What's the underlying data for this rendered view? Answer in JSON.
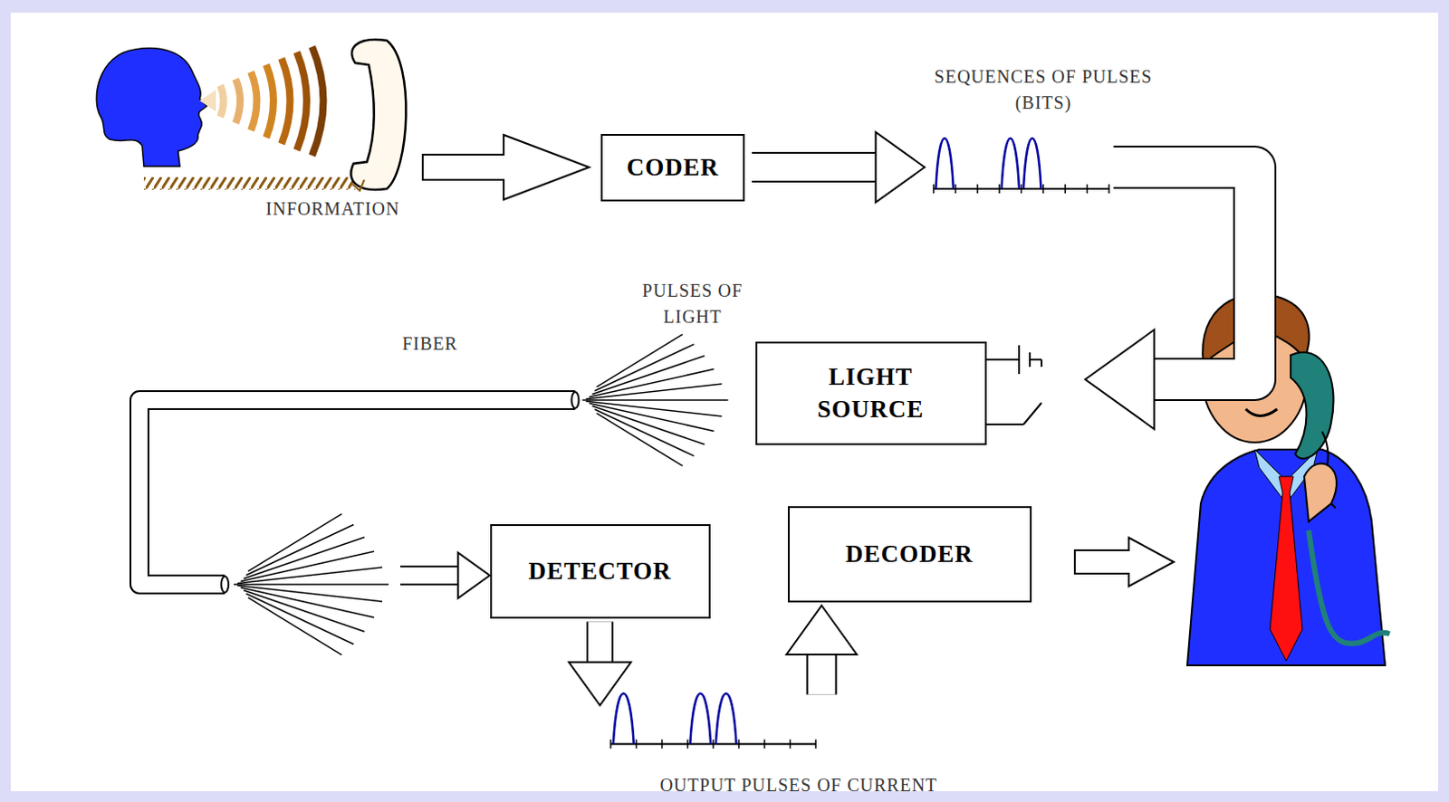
{
  "diagram": {
    "nodes": [
      {
        "text": [
          "CODER"
        ]
      },
      {
        "text": [
          "LIGHT SOURCE"
        ]
      },
      {
        "text": [
          "DETECTOR"
        ]
      },
      {
        "text": [
          "DECODER"
        ]
      }
    ],
    "edges": [
      {
        "from": 0,
        "to": 1,
        "arrow": "to",
        "label": "SEQUENCES OF PULSES (BITS)"
      },
      {
        "from": 1,
        "to": 2,
        "arrow": "to"
      },
      {
        "from": 2,
        "to": 3,
        "arrow": "to",
        "label": "OUTPUT PULSES OF CURRENT"
      }
    ],
    "labels": [
      "INFORMATION",
      "PULSES OF LIGHT",
      "FIBER"
    ]
  }
}
